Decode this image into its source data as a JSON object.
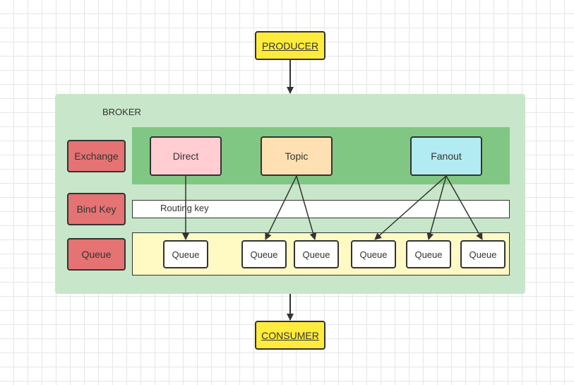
{
  "producer": {
    "label": "PRODUCER"
  },
  "consumer": {
    "label": "CONSUMER"
  },
  "broker": {
    "label": "BROKER"
  },
  "side_labels": {
    "exchange": "Exchange",
    "bind_key": "Bind Key",
    "queue": "Queue"
  },
  "exchanges": [
    {
      "label": "Direct",
      "color": "#ffcdd2"
    },
    {
      "label": "Topic",
      "color": "#ffe0b2"
    },
    {
      "label": "Fanout",
      "color": "#b2ebf2"
    }
  ],
  "routing": {
    "label": "Routing key"
  },
  "queues": [
    {
      "label": "Queue"
    },
    {
      "label": "Queue"
    },
    {
      "label": "Queue"
    },
    {
      "label": "Queue"
    },
    {
      "label": "Queue"
    },
    {
      "label": "Queue"
    }
  ],
  "colors": {
    "broker_bg": "#c8e6c9",
    "exchange_band": "#81c784",
    "queue_band": "#fff9c4",
    "terminal": "#ffeb3b",
    "side_label": "#e57373"
  }
}
